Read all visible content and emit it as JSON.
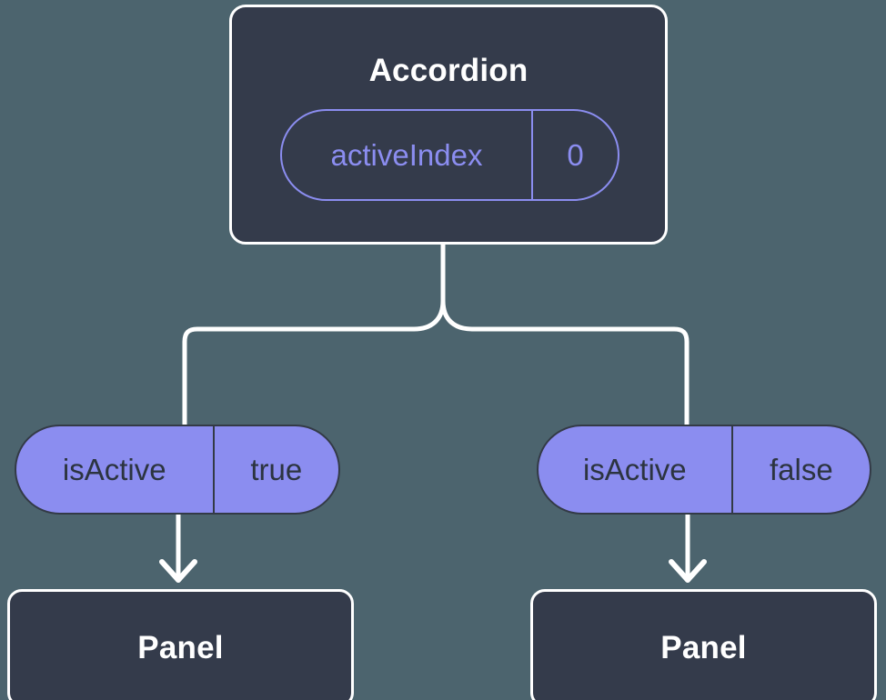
{
  "diagram": {
    "type": "component-state-tree",
    "background_color": "#4c646e",
    "node_fill_color": "#343b4b",
    "node_border_color": "#ffffff",
    "accent_color": "#8b8df0",
    "connector_color": "#ffffff",
    "root": {
      "title": "Accordion",
      "prop": {
        "name": "activeIndex",
        "value": "0",
        "style": "outlined"
      }
    },
    "branches": [
      {
        "side": "left",
        "prop": {
          "name": "isActive",
          "value": "true",
          "style": "filled"
        },
        "child": {
          "title": "Panel"
        }
      },
      {
        "side": "right",
        "prop": {
          "name": "isActive",
          "value": "false",
          "style": "filled"
        },
        "child": {
          "title": "Panel"
        }
      }
    ]
  }
}
